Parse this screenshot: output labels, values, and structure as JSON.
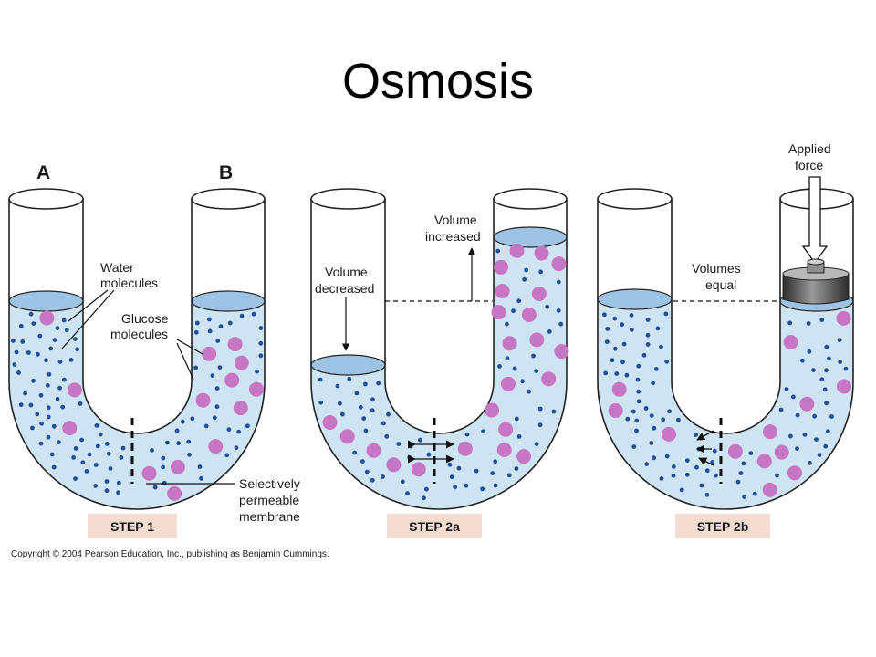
{
  "title": "Osmosis",
  "labels": {
    "side_a": "A",
    "side_b": "B",
    "water_line1": "Water",
    "water_line2": "molecules",
    "glucose_line1": "Glucose",
    "glucose_line2": "molecules",
    "membrane_line1": "Selectively",
    "membrane_line2": "permeable",
    "membrane_line3": "membrane",
    "vol_dec_line1": "Volume",
    "vol_dec_line2": "decreased",
    "vol_inc_line1": "Volume",
    "vol_inc_line2": "increased",
    "vol_eq_line1": "Volumes",
    "vol_eq_line2": "equal",
    "force_line1": "Applied",
    "force_line2": "force"
  },
  "steps": [
    "STEP 1",
    "STEP 2a",
    "STEP 2b"
  ],
  "copyright": "Copyright © 2004 Pearson Education, Inc., publishing as Benjamin Cummings.",
  "colors": {
    "liquid": "#cfe4f3",
    "surface": "#9ec3e3",
    "water_dot": "#1f4f9a",
    "glucose_dot": "#c776c4",
    "step_badge": "#f4ddd0",
    "piston": "#555555"
  }
}
